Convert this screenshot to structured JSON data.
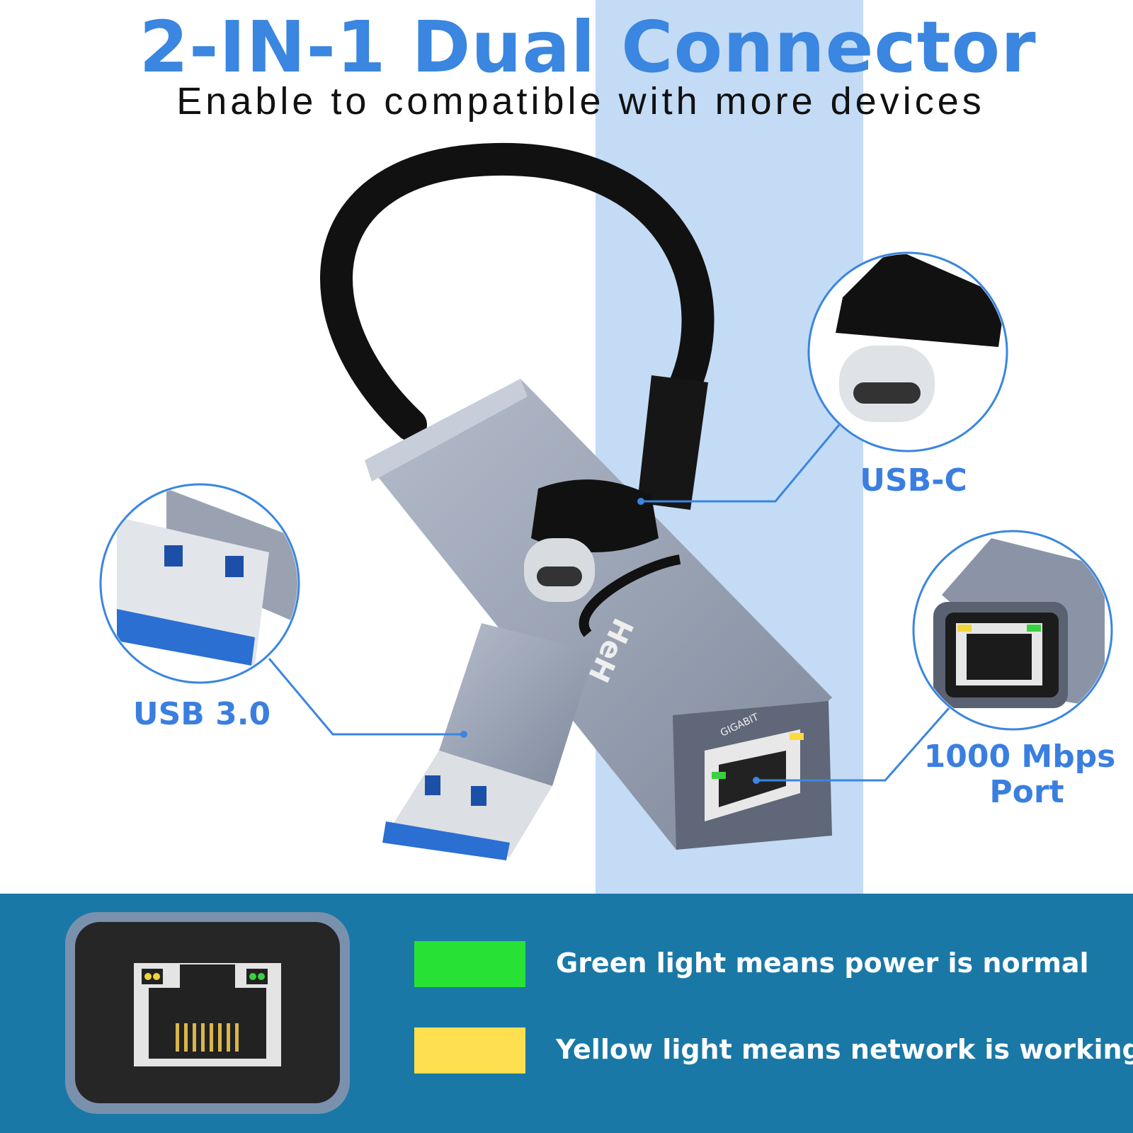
{
  "header": {
    "title": "2-IN-1 Dual Connector",
    "subtitle": "Enable to compatible with more devices"
  },
  "callouts": {
    "usb_c": "USB-C",
    "usb_a": "USB 3.0",
    "port_line1": "1000 Mbps",
    "port_line2": "Port"
  },
  "product": {
    "brand_mark": "HeH",
    "port_marking": "GIGABIT"
  },
  "legend": {
    "items": [
      {
        "color": "#27e134",
        "text": "Green light means power is normal"
      },
      {
        "color": "#fddf4f",
        "text": "Yellow light means network is working"
      }
    ]
  },
  "colors": {
    "accent": "#3a86e0",
    "stripe": "#c4dbf5",
    "band": "#1a78a6"
  }
}
